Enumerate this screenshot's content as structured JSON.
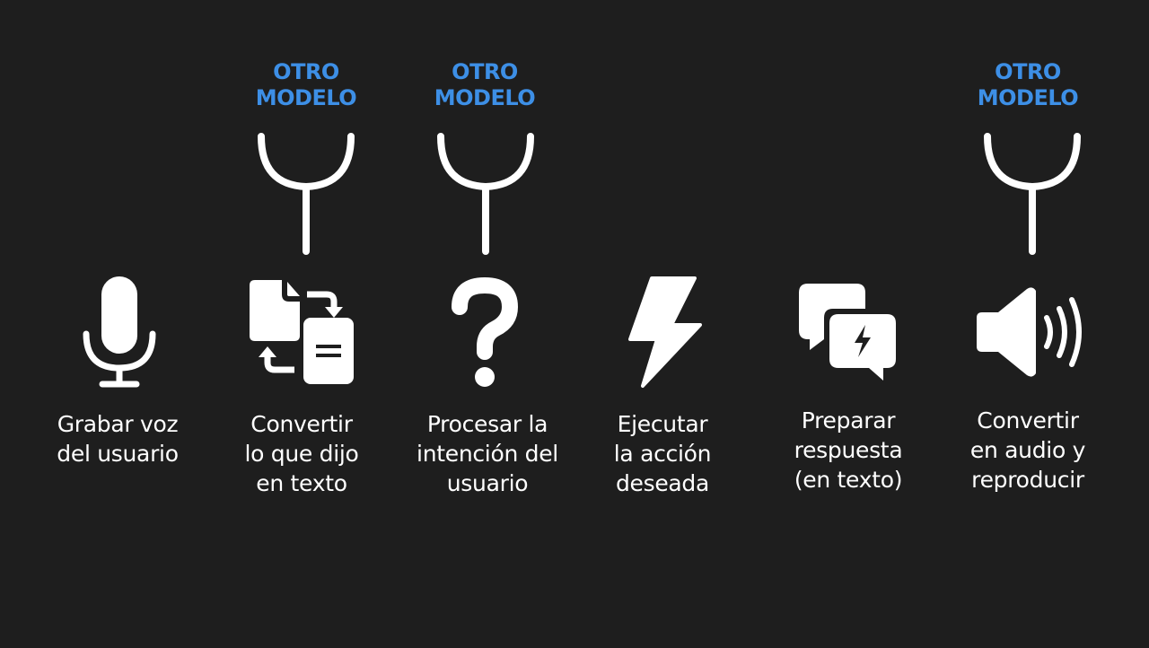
{
  "colors": {
    "background": "#1e1e1e",
    "accent": "#3d8fe6",
    "foreground": "#ffffff"
  },
  "models": [
    {
      "line1": "OTRO",
      "line2": "MODELO"
    },
    {
      "line1": "OTRO",
      "line2": "MODELO"
    },
    {
      "line1": "OTRO",
      "line2": "MODELO"
    }
  ],
  "steps": [
    {
      "icon": "microphone-icon",
      "lines": [
        "Grabar voz",
        "del usuario"
      ]
    },
    {
      "icon": "document-convert-icon",
      "lines": [
        "Convertir",
        "lo que dijo",
        "en texto"
      ]
    },
    {
      "icon": "question-mark-icon",
      "lines": [
        "Procesar la",
        "intención del",
        "usuario"
      ]
    },
    {
      "icon": "lightning-bolt-icon",
      "lines": [
        "Ejecutar",
        "la acción",
        "deseada"
      ]
    },
    {
      "icon": "chat-bubbles-icon",
      "lines": [
        "Preparar",
        "respuesta",
        "(en texto)"
      ]
    },
    {
      "icon": "speaker-icon",
      "lines": [
        "Convertir",
        "en audio y",
        "reproducir"
      ]
    }
  ]
}
